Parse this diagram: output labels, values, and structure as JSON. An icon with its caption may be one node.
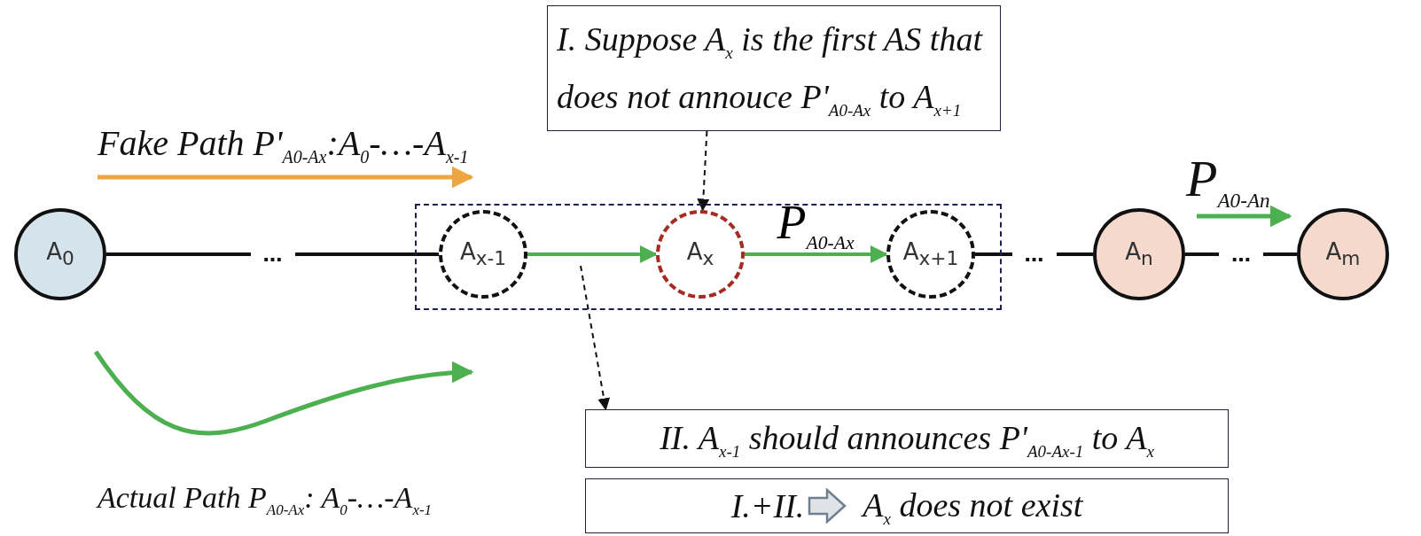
{
  "diagram": {
    "nodes": [
      {
        "text": [
          "A$_{0}$"
        ]
      },
      {
        "text": [],
        "shape": "box"
      },
      {
        "text": [
          "A$_{x-1}$"
        ],
        "in": 1
      },
      {
        "text": [
          "A$_{x}$"
        ],
        "in": 1
      },
      {
        "text": [
          "A$_{x+1}$"
        ],
        "in": 1
      },
      {
        "text": [
          "A$_{n}$"
        ]
      },
      {
        "text": [
          "A$_{m}$"
        ]
      },
      {
        "text": [
          "I. Suppose A$_{x}$ is the first AS that does not annouce P'$_{A0-Ax}$ to A$_{x+1}$"
        ]
      },
      {
        "text": [
          "II.  A$_{x-1}$ should announces P'$_{A0-Ax-1}$ to A$_{x}$"
        ]
      },
      {
        "text": [
          "I.+II.",
          "A$_{x}$ does not exist"
        ]
      }
    ],
    "edges": [
      {
        "from": 0,
        "to": 2,
        "arrow": "none",
        "label": "…"
      },
      {
        "from": 2,
        "to": 3,
        "arrow": "to",
        "color": "#4caf50"
      },
      {
        "from": 3,
        "to": 4,
        "arrow": "to",
        "label": "P$_{A0-Ax}$",
        "color": "#4caf50"
      },
      {
        "from": 4,
        "to": 5,
        "arrow": "none",
        "label": "…"
      },
      {
        "from": 5,
        "to": 6,
        "arrow": "none",
        "label": "…"
      },
      {
        "from": 7,
        "to": 3,
        "arrow": "to",
        "style": "dashed"
      },
      {
        "from": null,
        "to": 8,
        "arrow": "to",
        "style": "dashed"
      }
    ],
    "labels": [
      "Fake Path P'$_{A0-Ax}$:A$_{0}$-…-A$_{x-1}$",
      "P$_{A0-An}$",
      "Actual Path P$_{A0-Ax}$: A$_{0}$-…-A$_{x-1}$"
    ]
  }
}
